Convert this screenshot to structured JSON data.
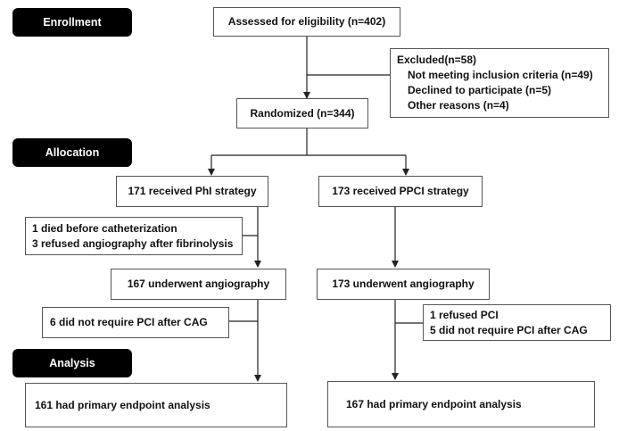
{
  "stages": {
    "enrollment": "Enrollment",
    "allocation": "Allocation",
    "analysis": "Analysis"
  },
  "boxes": {
    "assessed": "Assessed for eligibility (n=402)",
    "excluded": {
      "title": "Excluded(n=58)",
      "reasons": [
        "Not meeting inclusion criteria (n=49)",
        "Declined to participate (n=5)",
        "Other reasons (n=4)"
      ]
    },
    "randomized": "Randomized (n=344)",
    "phi_received": "171  received PhI strategy",
    "ppci_received": "173  received PPCI strategy",
    "phi_exclusions": [
      "1 died before catheterization",
      "3 refused angiography after fibrinolysis"
    ],
    "phi_angiography": "167  underwent angiography",
    "ppci_angiography": "173 underwent angiography",
    "phi_no_pci": "6 did not require PCI after CAG",
    "ppci_exclusions": [
      "1 refused PCI",
      "5 did not require PCI after CAG"
    ],
    "phi_endpoint": "161 had primary endpoint analysis",
    "ppci_endpoint": "167 had primary endpoint analysis"
  }
}
